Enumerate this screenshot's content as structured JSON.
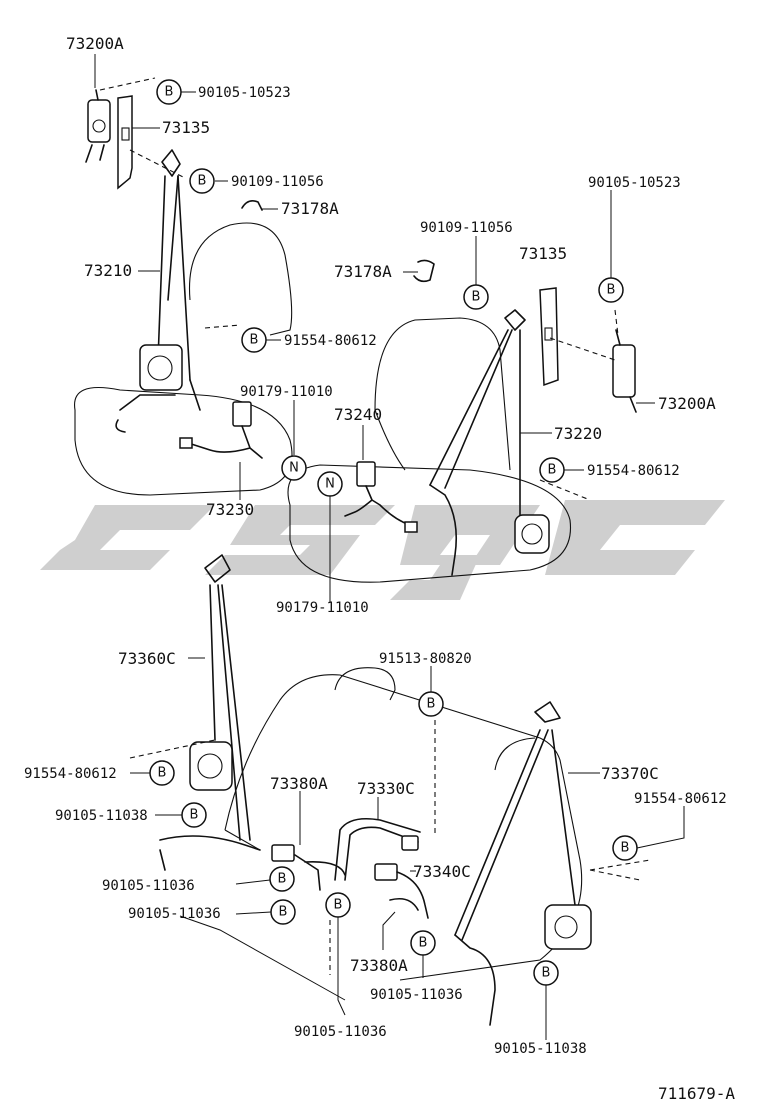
{
  "diagram_id": "711679-A",
  "labels": {
    "l_73200A_top": "73200A",
    "l_90105_10523_a": "90105-10523",
    "l_73135_a": "73135",
    "l_90109_11056_a": "90109-11056",
    "l_73178A_a": "73178A",
    "l_73210": "73210",
    "l_91554_80612_a": "91554-80612",
    "l_90179_11010_a": "90179-11010",
    "l_73230": "73230",
    "l_90105_10523_b": "90105-10523",
    "l_90109_11056_b": "90109-11056",
    "l_73178A_b": "73178A",
    "l_73135_b": "73135",
    "l_73200A_b": "73200A",
    "l_73240": "73240",
    "l_73220": "73220",
    "l_91554_80612_b": "91554-80612",
    "l_90179_11010_b": "90179-11010",
    "l_91513_80820": "91513-80820",
    "l_73360C": "73360C",
    "l_91554_80612_c": "91554-80612",
    "l_90105_11038_a": "90105-11038",
    "l_73380A_a": "73380A",
    "l_73330C": "73330C",
    "l_73370C": "73370C",
    "l_91554_80612_d": "91554-80612",
    "l_90105_11036_a": "90105-11036",
    "l_73340C": "73340C",
    "l_90105_11036_b": "90105-11036",
    "l_73380A_b": "73380A",
    "l_90105_11036_c": "90105-11036",
    "l_90105_11036_d": "90105-11036",
    "l_90105_11038_b": "90105-11038"
  },
  "bubbles": {
    "bolt": "B",
    "nut": "N"
  },
  "colors": {
    "ink": "#111111",
    "watermark": "#cfcfcf",
    "background": "#ffffff"
  }
}
